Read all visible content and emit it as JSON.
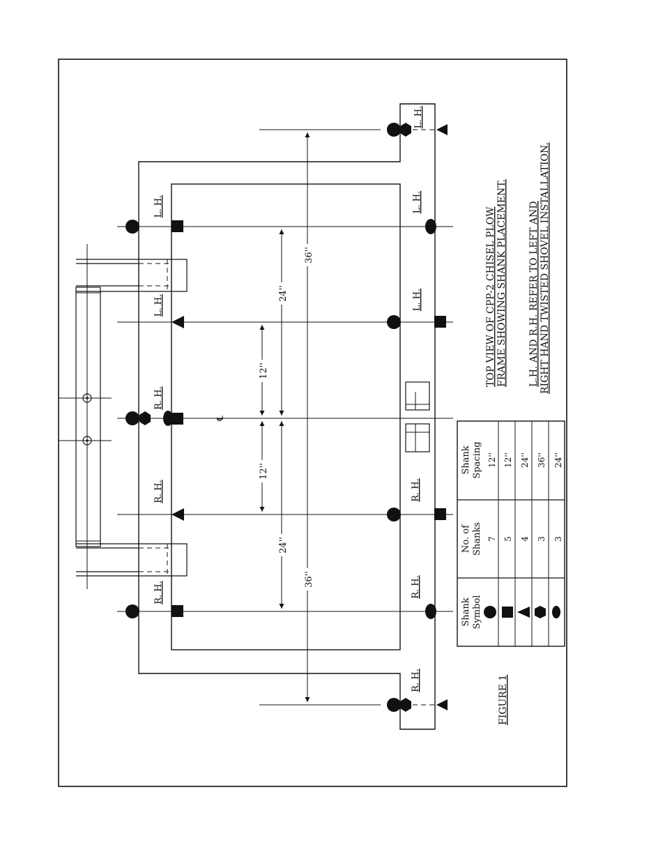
{
  "figure": {
    "label": "FIGURE 1",
    "title_line1": "TOP VIEW OF CPP-2 CHISEL PLOW",
    "title_line2": "FRAME SHOWING SHANK PLACEMENT.",
    "note_line1": "L.H. AND R.H. REFER TO LEFT AND",
    "note_line2": "RIGHT HAND TWISTED SHOVEL INSTALLATION.",
    "centerline_symbol": "℄"
  },
  "labels": {
    "lh": "L. H.",
    "rh": "R. H."
  },
  "dimensions": {
    "d12": "12''",
    "d24": "24''",
    "d36": "36''"
  },
  "legend": {
    "headers": [
      [
        "Shank",
        "Symbol"
      ],
      [
        "No. of",
        "Shanks"
      ],
      [
        "Shank",
        "Spacing"
      ]
    ],
    "rows": [
      {
        "symbol": "circle-icon",
        "shanks": "7",
        "spacing": "12''"
      },
      {
        "symbol": "square-icon",
        "shanks": "5",
        "spacing": "12''"
      },
      {
        "symbol": "triangle-icon",
        "shanks": "4",
        "spacing": "24''"
      },
      {
        "symbol": "hexagon-icon",
        "shanks": "3",
        "spacing": "36''"
      },
      {
        "symbol": "ellipse-icon",
        "shanks": "3",
        "spacing": "24''"
      }
    ]
  }
}
